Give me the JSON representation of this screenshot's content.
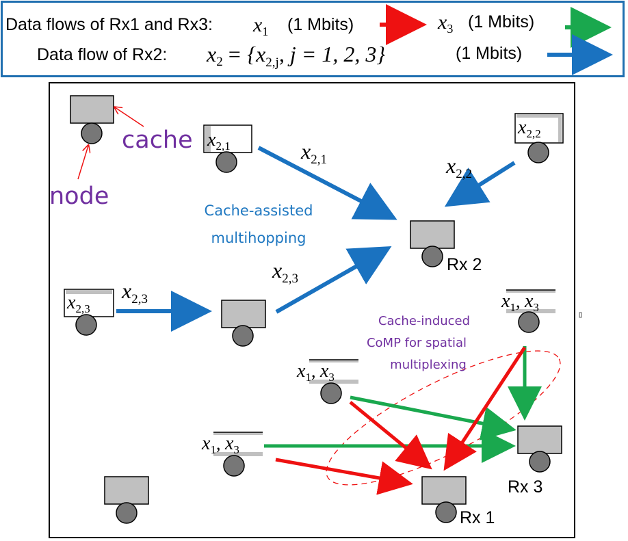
{
  "legend": {
    "row1_label": "Data flows of Rx1 and Rx3:",
    "x1_symbol": "x",
    "x1_sub": "1",
    "x1_size": "(1 Mbits)",
    "x3_symbol": "x",
    "x3_sub": "3",
    "x3_size": "(1 Mbits)",
    "row2_label": "Data flow of Rx2:",
    "x2_def": "x",
    "x2_def_sub": "2",
    "x2_def_rest": "= {x",
    "x2_def_rest_sub": "2,j",
    "x2_def_tail": ", j = 1, 2, 3}",
    "x2_size": "(1 Mbits)"
  },
  "labels": {
    "cache": "cache",
    "node": "node",
    "cache_assisted_1": "Cache-assisted",
    "cache_assisted_2": "multihopping",
    "comp_1": "Cache-induced",
    "comp_2": "CoMP for spatial",
    "comp_3": "multiplexing",
    "rx1": "Rx 1",
    "rx2": "Rx 2",
    "rx3": "Rx 3"
  },
  "cache_contents": {
    "x21": {
      "sym": "x",
      "sub": "2,1"
    },
    "x22": {
      "sym": "x",
      "sub": "2,2"
    },
    "x23": {
      "sym": "x",
      "sub": "2,3"
    },
    "x1x3": {
      "a": "x",
      "a_sub": "1",
      "sep": ", ",
      "b": "x",
      "b_sub": "3"
    }
  },
  "flow_labels": {
    "f21": {
      "sym": "x",
      "sub": "2,1"
    },
    "f22": {
      "sym": "x",
      "sub": "2,2"
    },
    "f23a": {
      "sym": "x",
      "sub": "2,3"
    },
    "f23b": {
      "sym": "x",
      "sub": "2,3"
    }
  },
  "colors": {
    "x1_flow": "#ee1111",
    "x3_flow": "#1aa84e",
    "x2_flow": "#1a72c0",
    "cache_fill": "#c0c0c0",
    "node_fill": "#777777",
    "border": "#1f6fb0",
    "purple_text": "#7030a0",
    "blue_text": "#1f78c1"
  }
}
